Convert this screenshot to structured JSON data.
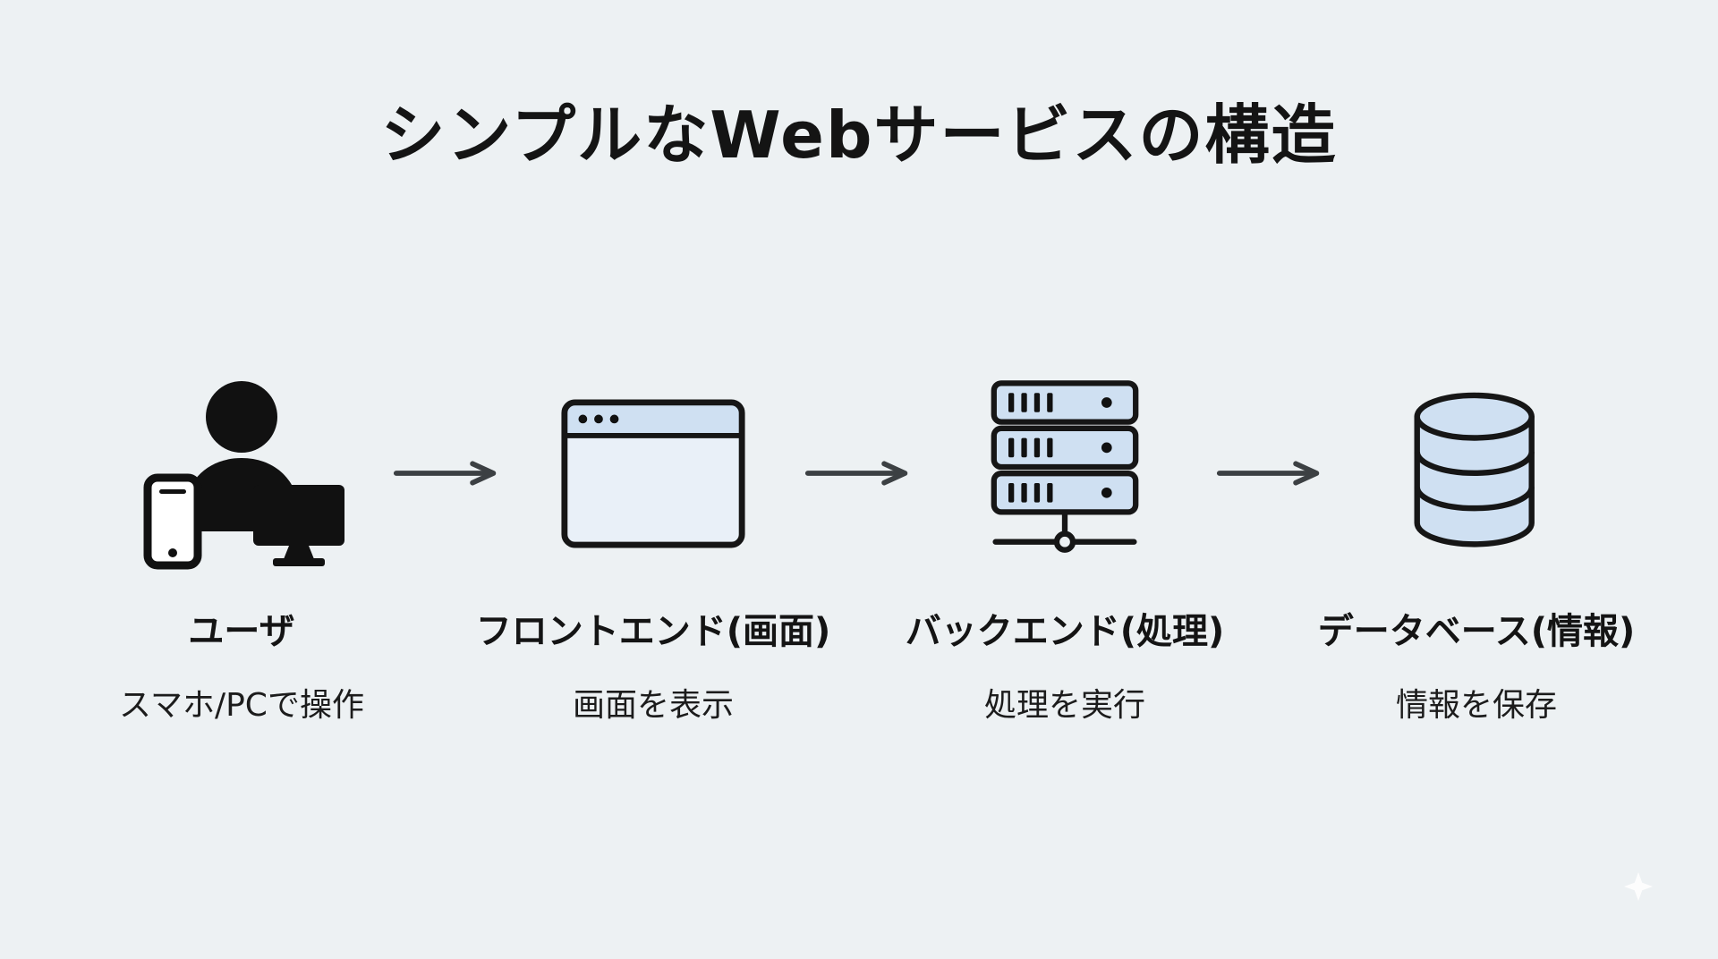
{
  "theme": {
    "background": "#edf1f3",
    "text": "#141414",
    "icon_fill": "#cfe0f2",
    "icon_fill_light": "#e9f0f8",
    "icon_stroke": "#161616",
    "device": "#111111",
    "arrow": "#3c4043",
    "sparkle": "#ffffff"
  },
  "header": {
    "title": "シンプルなWebサービスの構造"
  },
  "diagram": {
    "arrow_icon": "right-arrow-icon",
    "nodes": [
      {
        "icon": "user-devices-icon",
        "label": "ユーザ",
        "description": "スマホ/PCで操作"
      },
      {
        "icon": "browser-window-icon",
        "label": "フロントエンド(画面)",
        "description": "画面を表示"
      },
      {
        "icon": "server-stack-icon",
        "label": "バックエンド(処理)",
        "description": "処理を実行"
      },
      {
        "icon": "database-cylinder-icon",
        "label": "データベース(情報)",
        "description": "情報を保存"
      }
    ]
  }
}
